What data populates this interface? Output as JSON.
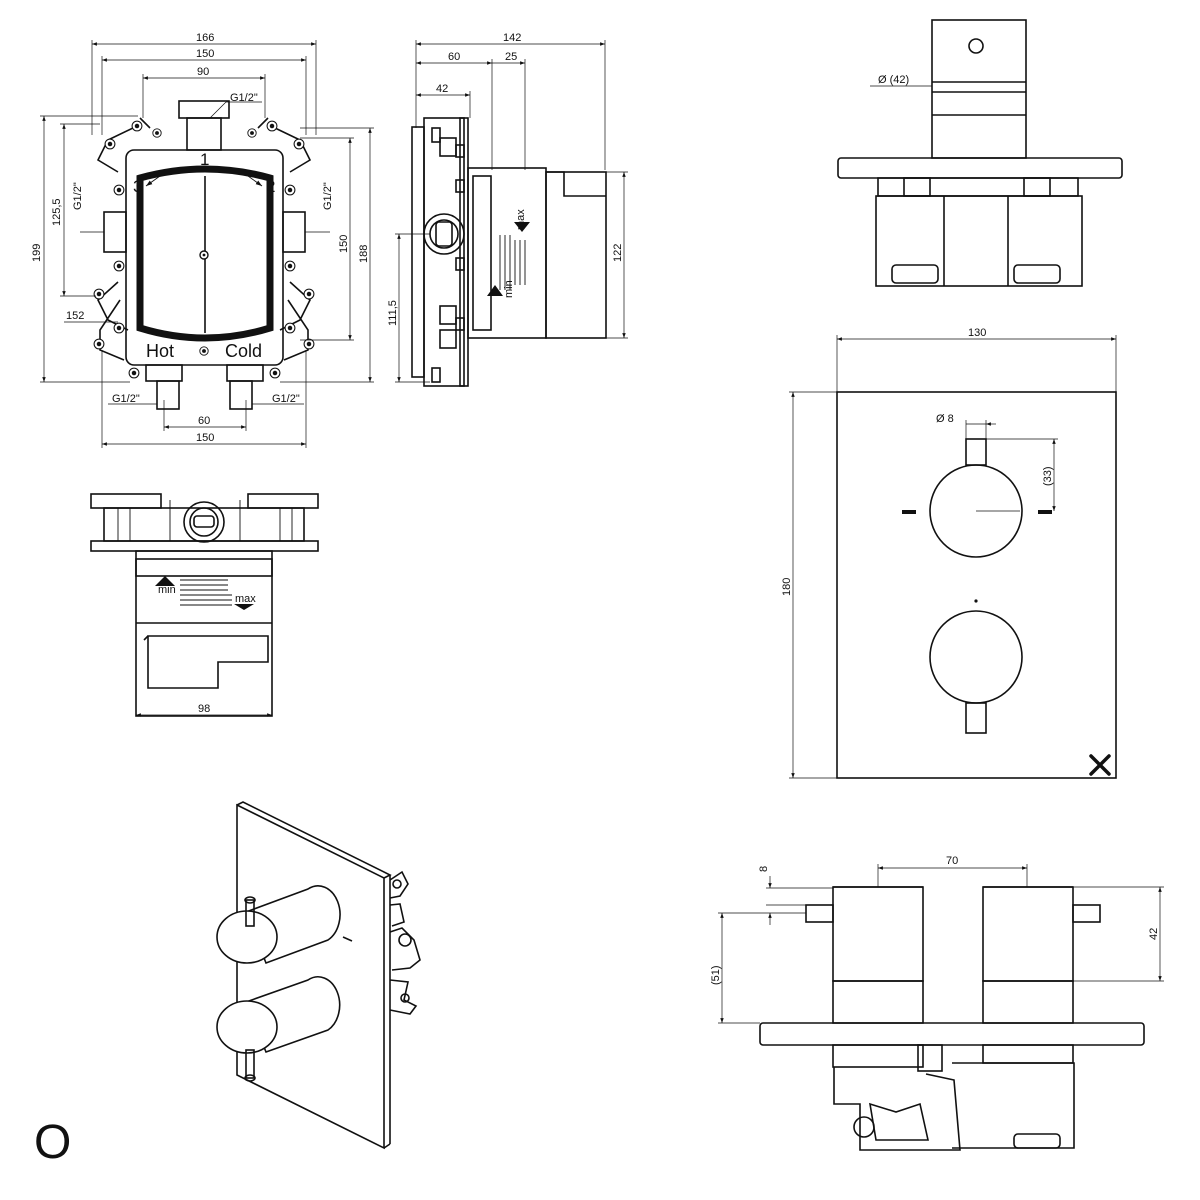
{
  "box_front": {
    "dims": {
      "width_outer": "166",
      "width_inner": "150",
      "span_90": "90",
      "height_199": "199",
      "height_125": "125,5",
      "height_150": "150",
      "height_188": "188",
      "diag_152": "152",
      "outlet_spacing": "60",
      "bottom_width": "150"
    },
    "threads": {
      "top": "G1/2\"",
      "left": "G1/2\"",
      "right": "G1/2\"",
      "bottom_left": "G1/2\"",
      "bottom_right": "G1/2\""
    },
    "port_numbers": {
      "p1": "1",
      "p2": "2",
      "p3": "3"
    },
    "labels": {
      "hot": "Hot",
      "cold": "Cold"
    }
  },
  "box_side": {
    "dims": {
      "total_depth": "142",
      "depth_60": "60",
      "depth_25": "25",
      "depth_42": "42",
      "height_122": "122",
      "height_111": "111,5"
    },
    "labels": {
      "min": "min",
      "max": "max"
    }
  },
  "box_bottom": {
    "dims": {
      "width_98": "98"
    },
    "labels": {
      "min": "min",
      "max": "max"
    }
  },
  "top_view": {
    "dims": {
      "diameter": "Ø (42)"
    }
  },
  "plate_front": {
    "dims": {
      "width": "130",
      "height": "180",
      "lever_diameter": "Ø 8",
      "lever_length": "(33)"
    }
  },
  "plate_side": {
    "dims": {
      "knob_spacing": "70",
      "lever_8": "8",
      "lever_51": "(51)",
      "height_42": "42"
    }
  },
  "corner": {
    "mark": "O"
  }
}
